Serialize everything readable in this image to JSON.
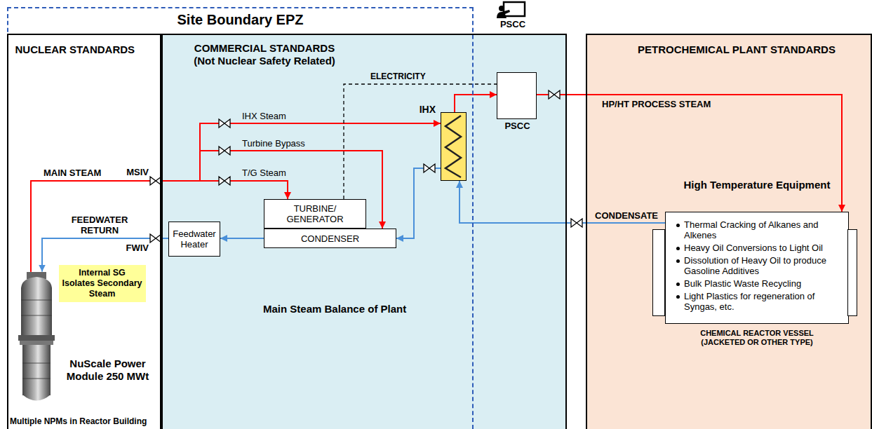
{
  "diagram": {
    "nodes": [
      {
        "text": [
          "Site Boundary EPZ"
        ]
      },
      {
        "text": [
          "NUCLEAR STANDARDS"
        ],
        "in": 0
      },
      {
        "text": [
          "COMMERCIAL STANDARDS (Not Nuclear Safety Related)",
          "Main Steam Balance of Plant"
        ]
      },
      {
        "text": [
          "PETROCHEMICAL PLANT STANDARDS"
        ]
      },
      {
        "text": [
          "NuScale Power Module 250 MWt"
        ],
        "in": 1
      },
      {
        "text": [
          "Internal SG Isolates Secondary Steam"
        ],
        "in": 1
      },
      {
        "text": [
          "Feedwater Heater"
        ],
        "in": 2
      },
      {
        "text": [
          "TURBINE/ GENERATOR"
        ],
        "in": 2
      },
      {
        "text": [
          "CONDENSER"
        ],
        "in": 2
      },
      {
        "text": [
          "IHX"
        ],
        "in": 2
      },
      {
        "text": [
          "PSCC"
        ],
        "in": 2
      },
      {
        "text": [
          "High Temperature Equipment",
          "Thermal Cracking of Alkanes and Alkenes",
          "Heavy Oil Conversions to Light Oil",
          "Dissolution of Heavy Oil to produce Gasoline Additives",
          "Bulk Plastic Waste Recycling",
          "Light Plastics for regeneration of Syngas, etc.",
          "CHEMICAL REACTOR VESSEL (JACKETED OR OTHER TYPE)"
        ],
        "in": 3
      }
    ],
    "edges": [
      {
        "from": 4,
        "to": 9,
        "arrow": "to",
        "label": "IHX Steam"
      },
      {
        "from": 4,
        "to": 8,
        "arrow": "to",
        "label": "Turbine Bypass"
      },
      {
        "from": 4,
        "to": 7,
        "arrow": "to",
        "label": "T/G Steam"
      },
      {
        "from": 8,
        "to": 6,
        "arrow": "to"
      },
      {
        "from": 6,
        "to": 4,
        "arrow": "to",
        "label": "FEEDWATER RETURN"
      },
      {
        "from": 9,
        "to": 8,
        "arrow": "to"
      },
      {
        "from": 9,
        "to": 10,
        "arrow": "to"
      },
      {
        "from": 7,
        "to": 10,
        "arrow": "none",
        "label": "ELECTRICITY"
      },
      {
        "from": 10,
        "to": 11,
        "arrow": "to",
        "label": "HP/HT PROCESS STEAM"
      },
      {
        "from": 11,
        "to": 9,
        "arrow": "to",
        "label": "CONDENSATE"
      }
    ],
    "labels": [
      "PSCC",
      "MAIN STEAM",
      "MSIV",
      "FWIV",
      "Multiple NPMs in Reactor Building"
    ]
  }
}
